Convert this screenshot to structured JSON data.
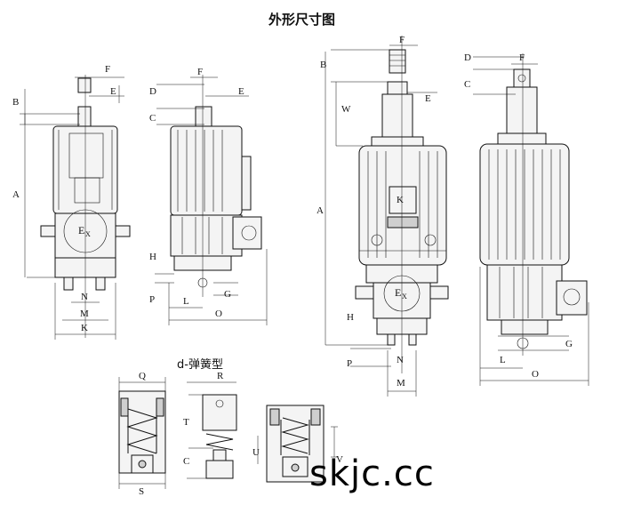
{
  "title": "外形尺寸图",
  "spring_section_title": "d-弹簧型",
  "watermark": "skjc.cc",
  "explosion_mark": {
    "main": "E",
    "sub": "X"
  },
  "dim_labels": {
    "A": "A",
    "B": "B",
    "C": "C",
    "D": "D",
    "E": "E",
    "F": "F",
    "G": "G",
    "H": "H",
    "K": "K",
    "M": "M",
    "N": "N",
    "O": "O",
    "P": "P",
    "Q": "Q",
    "R": "R",
    "S": "S",
    "T": "T",
    "U": "U",
    "V": "V",
    "W": "W",
    "L": "L"
  }
}
